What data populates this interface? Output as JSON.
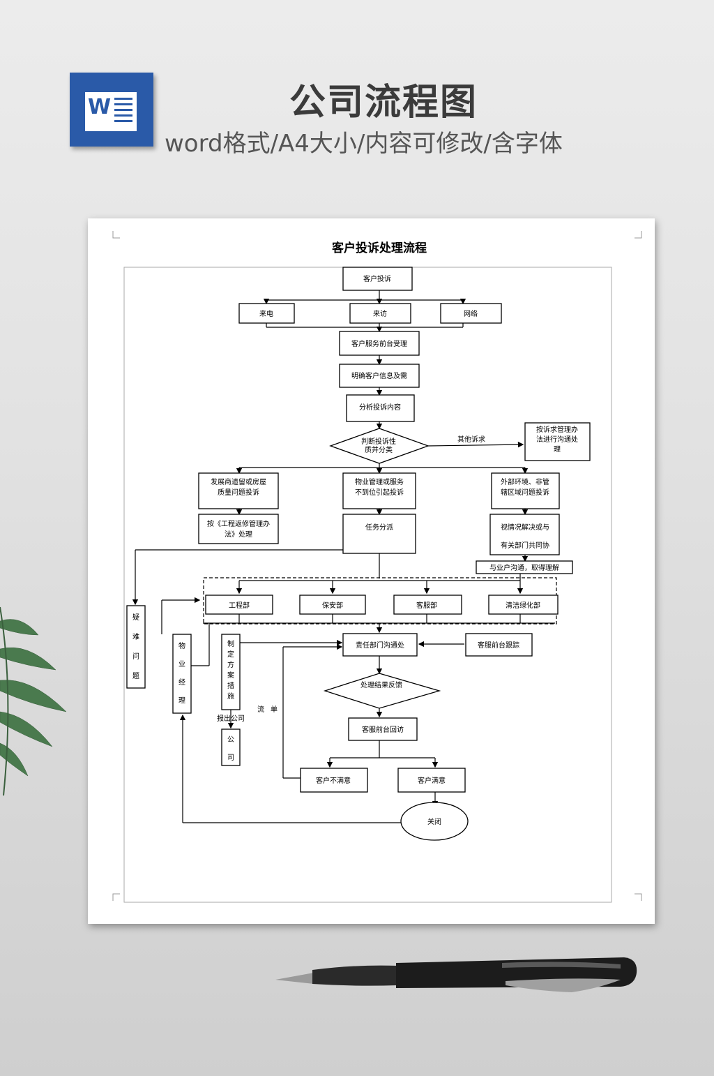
{
  "header": {
    "title": "公司流程图",
    "subtitle": "word格式/A4大小/内容可修改/含字体",
    "icon": "word-icon",
    "icon_letter": "W",
    "accent": "#2a5aa8"
  },
  "diagram": {
    "title": "客户投诉处理流程",
    "nodes": {
      "start": "客户投诉",
      "call": "来电",
      "visit": "来访",
      "web": "网络",
      "reception": "客户服务前台受理",
      "record": "明确客户信息及需",
      "analyze": "分析投诉内容",
      "judge": [
        "判断投诉性",
        "质并分类"
      ],
      "other_label": "其他诉求",
      "other": [
        "按诉求管理办",
        "法进行沟通处",
        "理"
      ],
      "dev_quality": [
        "发展商遗留或房屋",
        "质量问题投诉"
      ],
      "property_mgmt": [
        "物业管理或服务",
        "不到位引起投诉"
      ],
      "external": [
        "外部环境、非管",
        "辖区域问题投诉"
      ],
      "engineering_rule": [
        "按《工程返修管理办",
        "法》处理"
      ],
      "dispatch": "任务分派",
      "depts_resolve": [
        "视情况解决或与",
        "有关部门共同协"
      ],
      "owner_comm": "与业户沟通，取得理解",
      "dept_eng": "工程部",
      "dept_security": "保安部",
      "dept_cs": "客服部",
      "dept_clean": "清洁绿化部",
      "difficult": [
        "疑",
        "难",
        "问",
        "题"
      ],
      "manager": [
        "物",
        "业",
        "经",
        "理"
      ],
      "plan": [
        "制",
        "定",
        "方",
        "案",
        "措",
        "施"
      ],
      "company": [
        "公",
        "司"
      ],
      "report_label": "报出公司",
      "route_label": [
        "流",
        "单"
      ],
      "responsible": "责任部门沟通处",
      "track": "客服前台跟踪",
      "feedback": "处理结果反馈",
      "callback": "客服前台回访",
      "unsatisfied": "客户不满意",
      "satisfied": "客户满意",
      "close": "关闭"
    }
  }
}
